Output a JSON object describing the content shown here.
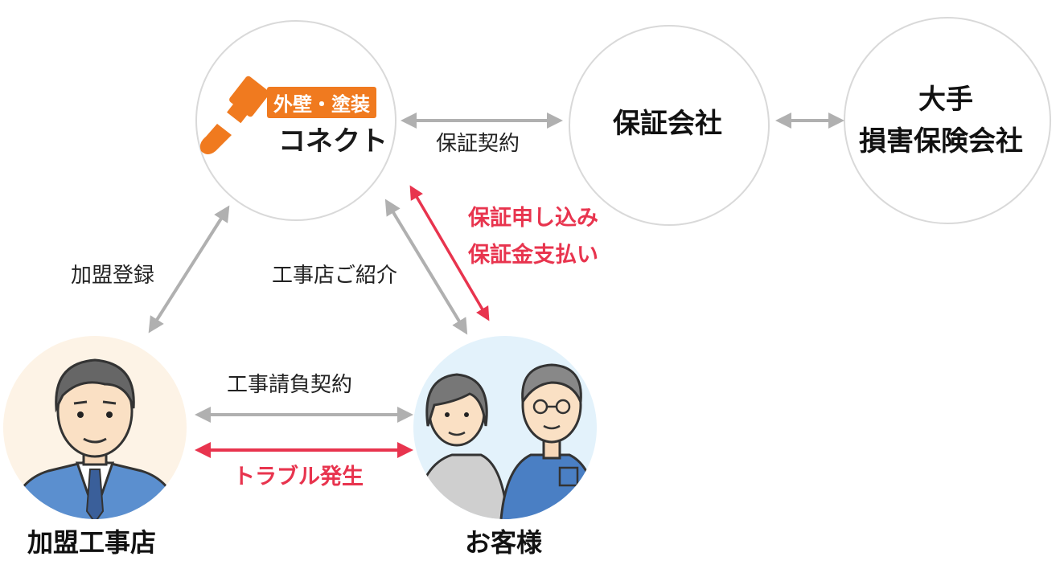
{
  "nodes": {
    "connect": {
      "badge": "外壁・塗装",
      "word": "コネクト"
    },
    "guarantee": {
      "label": "保証会社"
    },
    "insurance": {
      "line1": "大手",
      "line2": "損害保険会社"
    },
    "contractor": {
      "label": "加盟工事店"
    },
    "customer": {
      "label": "お客様"
    }
  },
  "edges": {
    "guarantee_contract": "保証契約",
    "membership": "加盟登録",
    "introduction": "工事店ご紹介",
    "guarantee_apply_1": "保証申し込み",
    "guarantee_apply_2": "保証金支払い",
    "work_contract": "工事請負契約",
    "trouble": "トラブル発生"
  },
  "colors": {
    "arrow_gray": "#b0b0b0",
    "arrow_red": "#e8344e",
    "brand_orange": "#f07a1f",
    "circle_border": "#d9d9d9",
    "contractor_bg": "#fdf3e6",
    "customer_bg": "#e3f2fb"
  },
  "icons": [
    "paint-brush-icon",
    "businessman-illustration",
    "senior-couple-illustration"
  ]
}
